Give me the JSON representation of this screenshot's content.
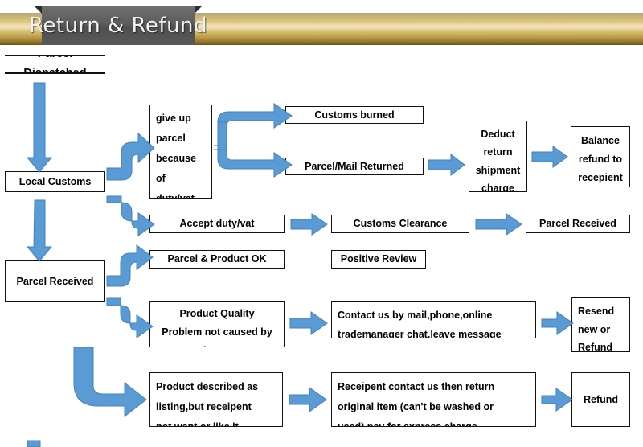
{
  "banner": {
    "title": "Return & Refund",
    "bar_color": "#c9a94e",
    "ribbon_color": "#585858",
    "title_color": "#f1f1f1"
  },
  "theme": {
    "arrow_fill": "#5b9bd5",
    "arrow_stroke": "#4281bd",
    "box_border": "#111111",
    "text_color": "#000000",
    "background": "#ffffff"
  },
  "flow": {
    "nodes": [
      {
        "id": "parcel-dispatched",
        "label": "Parcel Dispatched"
      },
      {
        "id": "local-customs",
        "label": "Local Customs"
      },
      {
        "id": "parcel-received-1",
        "label": "Parcel Received"
      },
      {
        "id": "give-up-parcel",
        "label": "give up parcel because of duty/vat"
      },
      {
        "id": "customs-burned",
        "label": "Customs burned"
      },
      {
        "id": "parcel-mail-returned",
        "label": "Parcel/Mail Returned"
      },
      {
        "id": "deduct-return-charge",
        "label": "Deduct return shipment charge"
      },
      {
        "id": "balance-refund",
        "label": "Balance refund to recepient"
      },
      {
        "id": "accept-duty-vat",
        "label": "Accept duty/vat"
      },
      {
        "id": "customs-clearance",
        "label": "Customs Clearance"
      },
      {
        "id": "parcel-received-2",
        "label": "Parcel Received"
      },
      {
        "id": "parcel-product-ok",
        "label": "Parcel & Product OK"
      },
      {
        "id": "positive-review",
        "label": "Positive Review"
      },
      {
        "id": "product-quality",
        "label": "Product Quality Problem not caused by buyer"
      },
      {
        "id": "contact-us",
        "label": "Contact us by mail,phone,online trademanager chat,leave message"
      },
      {
        "id": "resend-or-refund",
        "label": "Resend new or Refund"
      },
      {
        "id": "product-described",
        "label": "Product described as listing,but receipent not want or like it"
      },
      {
        "id": "receipent-return",
        "label": "Receipent contact us then return original item (can't be washed or used),pay for express charge"
      },
      {
        "id": "refund",
        "label": "Refund"
      }
    ]
  },
  "labels": {
    "parcel_dispatched": "Parcel Dispatched",
    "local_customs": "Local Customs",
    "parcel_received_1": "Parcel Received",
    "give_up_l1": "give up",
    "give_up_l2": "parcel",
    "give_up_l3": "because",
    "give_up_l4": "of",
    "give_up_l5": "duty/vat",
    "customs_burned": "Customs burned",
    "parcel_mail_returned": "Parcel/Mail Returned",
    "deduct_l1": "Deduct",
    "deduct_l2": "return",
    "deduct_l3": "shipment",
    "deduct_l4": "charge",
    "balance_l1": "Balance",
    "balance_l2": "refund to",
    "balance_l3": "recepient",
    "accept_duty_vat": "Accept duty/vat",
    "customs_clearance": "Customs Clearance",
    "parcel_received_2": "Parcel Received",
    "parcel_product_ok": "Parcel & Product OK",
    "positive_review": "Positive Review",
    "quality_l1": "Product Quality",
    "quality_l2": "Problem not caused by",
    "quality_l3": "buyer",
    "contact_l1": "Contact us by mail,phone,online",
    "contact_l2": "trademanager chat,leave message",
    "resend_l1": "Resend",
    "resend_l2": "new or",
    "resend_l3": "Refund",
    "described_l1": "Product described as",
    "described_l2": "listing,but receipent",
    "described_l3": "not want or like it",
    "return_l1": "Receipent contact us then return",
    "return_l2": "original item (can't be washed or",
    "return_l3": "used),pay for express charge",
    "refund": "Refund"
  }
}
